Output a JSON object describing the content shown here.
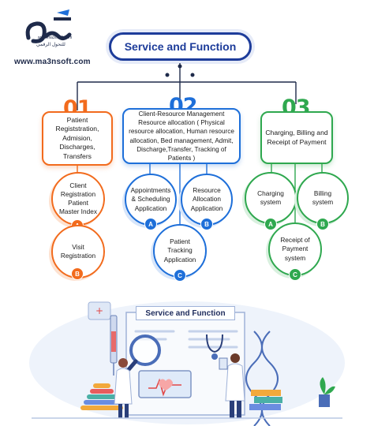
{
  "brand": {
    "logo_text": "معا",
    "logo_url_small": "www.ma3nsoft.com",
    "logo_tagline_ar": "للتحول الرقمي",
    "website": "www.ma3nsoft.com"
  },
  "title": "Service and Function",
  "sections": [
    {
      "number": "01",
      "color": "#f26b1d",
      "heading": "Patient Registstration, Admision, Discharges, Transfers",
      "items": [
        {
          "letter": "A",
          "label": "Client Registration Patient Master Index"
        },
        {
          "letter": "B",
          "label": "Visit Registration"
        }
      ]
    },
    {
      "number": "02",
      "color": "#1e6fd9",
      "heading": "Client-Resource Management Resource allocation ( Physical resource allocation, Human resource allocation, Bed management, Admit, Discharge,Transfer, Tracking of Patients )",
      "items": [
        {
          "letter": "A",
          "label": "Appointments & Scheduling Application"
        },
        {
          "letter": "B",
          "label": "Resource Allocation Application"
        },
        {
          "letter": "C",
          "label": "Patient Tracking Application"
        }
      ]
    },
    {
      "number": "03",
      "color": "#2fa84f",
      "heading": "Charging, Billing and Receipt of Payment",
      "items": [
        {
          "letter": "A",
          "label": "Charging system"
        },
        {
          "letter": "B",
          "label": "Billing system"
        },
        {
          "letter": "C",
          "label": "Receipt of Payment system"
        }
      ]
    }
  ],
  "illustration": {
    "title": "Service and Function"
  }
}
